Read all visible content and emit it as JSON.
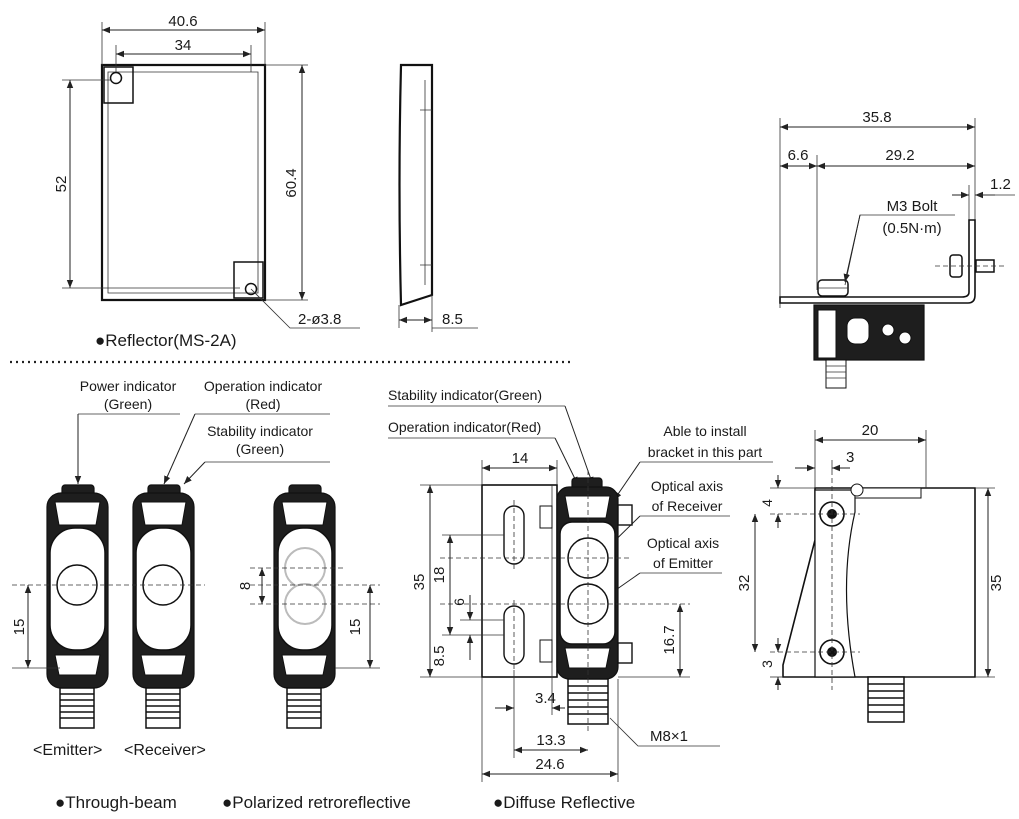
{
  "reflector": {
    "dim_width_outer": "40.6",
    "dim_width_inner": "34",
    "dim_height_outer": "60.4",
    "dim_height_inner": "52",
    "dim_holes": "2-ø3.8",
    "dim_thickness": "8.5",
    "caption": "●Reflector(MS-2A)"
  },
  "bracket": {
    "dim_total": "35.8",
    "dim_left": "6.6",
    "dim_main": "29.2",
    "dim_flange": "1.2",
    "bolt_label": "M3 Bolt",
    "bolt_torque": "(0.5N·m)"
  },
  "through_beam": {
    "power_label_1": "Power indicator",
    "power_label_2": "(Green)",
    "operation_label_1": "Operation indicator",
    "operation_label_2": "(Red)",
    "stability_label_1": "Stability indicator",
    "stability_label_2": "(Green)",
    "dim_axis": "15",
    "emitter_caption": "<Emitter>",
    "receiver_caption": "<Receiver>",
    "caption": "●Through-beam"
  },
  "retro": {
    "dim_axis_gap": "8",
    "dim_axis": "15",
    "caption": "●Polarized retroreflective"
  },
  "diffuse": {
    "stability_label": "Stability indicator(Green)",
    "operation_label": "Operation indicator(Red)",
    "bracket_note_1": "Able to install",
    "bracket_note_2": "bracket in this part",
    "receiver_axis_1": "Optical axis",
    "receiver_axis_2": "of Receiver",
    "emitter_axis_1": "Optical axis",
    "emitter_axis_2": "of Emitter",
    "dim_top": "14",
    "dim_height": "35",
    "dim_slot": "18",
    "dim_slot_gap": "6",
    "dim_bottom": "8.5",
    "dim_axis": "16.7",
    "dim_offset": "3.4",
    "dim_center": "13.3",
    "dim_width": "24.6",
    "connector": "M8×1",
    "caption": "●Diffuse Reflective"
  },
  "side": {
    "dim_width": "20",
    "dim_hole_offset": "3",
    "dim_top_gap": "4",
    "dim_hole_span": "32",
    "dim_bottom_gap": "3",
    "dim_height": "35"
  }
}
